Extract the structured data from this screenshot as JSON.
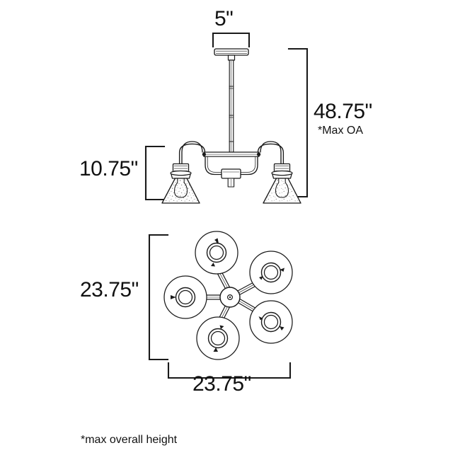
{
  "document": {
    "type": "dimension-drawing",
    "subject": "5-light chandelier",
    "background_color": "#ffffff",
    "line_color": "#1a1a1a",
    "text_color": "#111111"
  },
  "dimensions": {
    "canopy_width": {
      "value": "5\"",
      "name": "canopy-width",
      "orientation": "horizontal",
      "position": "top"
    },
    "max_overall_height": {
      "value": "48.75\"",
      "note": "*Max OA",
      "name": "max-overall-height",
      "orientation": "vertical",
      "position": "right"
    },
    "fixture_height": {
      "value": "10.75\"",
      "name": "fixture-body-height",
      "orientation": "vertical",
      "position": "left"
    },
    "plan_height": {
      "value": "23.75\"",
      "name": "plan-vertical-diameter",
      "orientation": "vertical",
      "position": "left"
    },
    "plan_width": {
      "value": "23.75\"",
      "name": "plan-horizontal-diameter",
      "orientation": "horizontal",
      "position": "bottom"
    }
  },
  "footnote": {
    "text": "*max overall height"
  },
  "views": {
    "elevation": {
      "name": "side-elevation-view",
      "parts": [
        "canopy",
        "downrod",
        "center-hub",
        "cross-bar",
        "curved-arms",
        "sockets",
        "cone-shades",
        "bulbs"
      ]
    },
    "plan": {
      "name": "top-plan-view",
      "arm_count": 5,
      "arm_angles_deg": [
        180,
        118,
        34,
        -36,
        -110
      ]
    }
  }
}
